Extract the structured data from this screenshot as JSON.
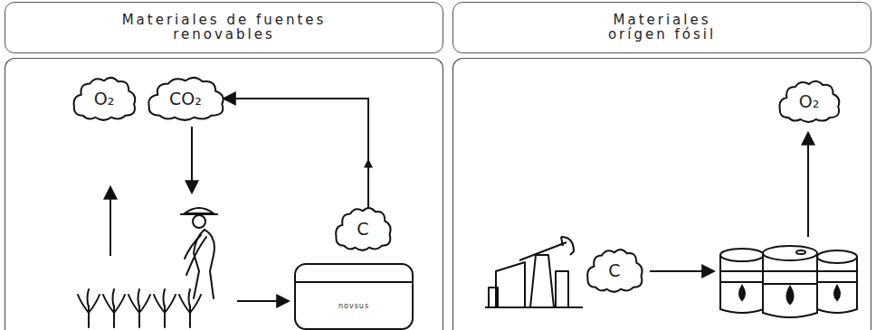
{
  "diagram": {
    "nodes": [
      {
        "text": [
          "Materiales de fuentes renovables"
        ]
      },
      {
        "text": [
          "O₂"
        ]
      },
      {
        "text": [
          "CO₂"
        ]
      },
      {
        "text": [
          "C"
        ]
      },
      {
        "text": [
          "Materiales orígen fósil"
        ]
      },
      {
        "text": [
          "C"
        ]
      },
      {
        "text": [
          "O₂"
        ]
      }
    ],
    "edges": [
      {
        "from": 3,
        "to": 2,
        "arrow": "to"
      }
    ],
    "labels": [
      "novsus"
    ]
  }
}
